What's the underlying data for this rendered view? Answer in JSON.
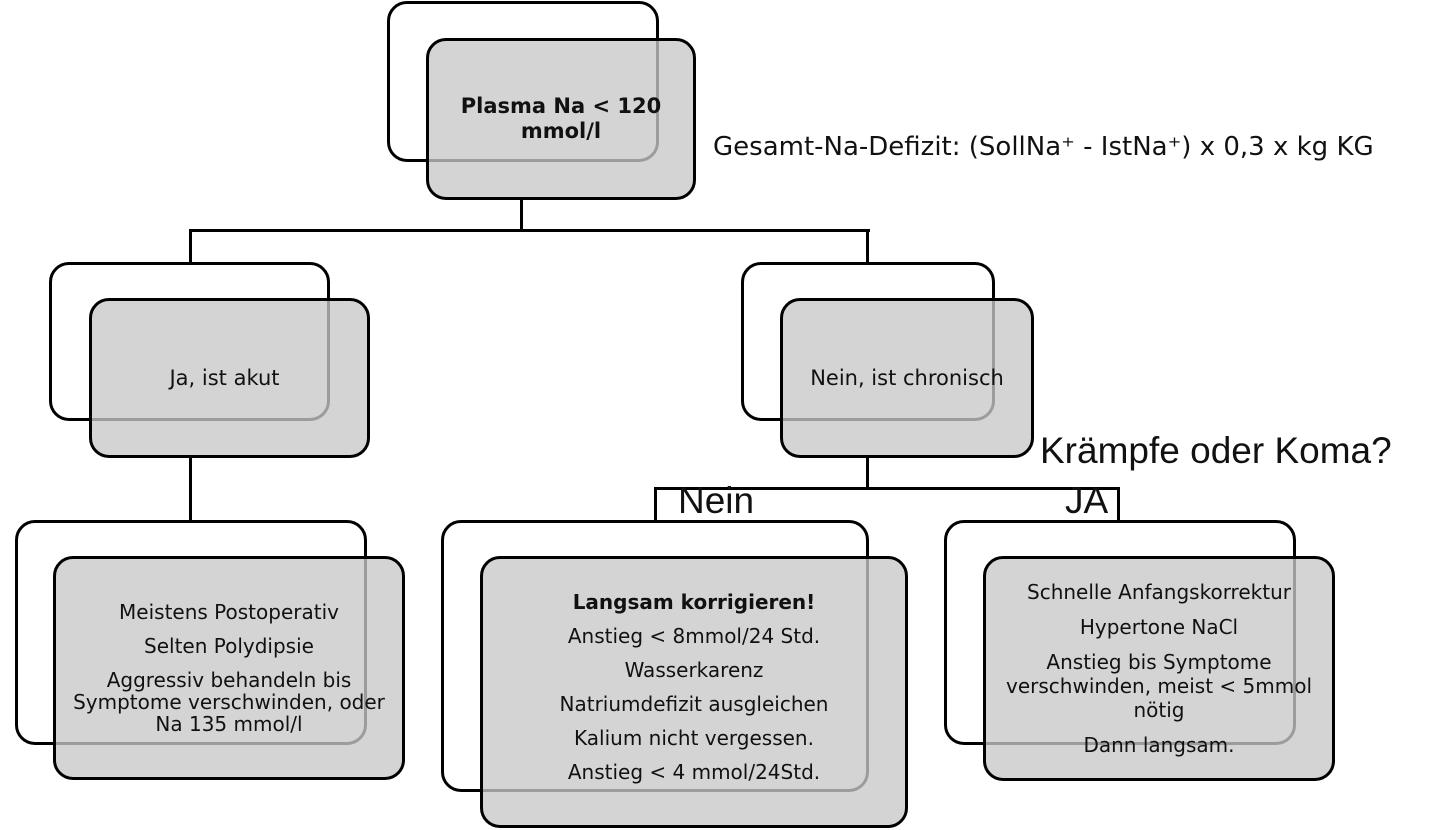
{
  "formula": "Gesamt-Na-Defizit: (SollNa⁺ - IstNa⁺) x 0,3 x kg KG",
  "question": "Krämpfe oder Koma?",
  "branch_labels": {
    "no": "Nein",
    "yes": "JA"
  },
  "nodes": {
    "root": {
      "lines": [
        "Plasma Na < 120",
        "mmol/l"
      ]
    },
    "acute": {
      "lines": [
        "Ja, ist akut"
      ]
    },
    "chronic": {
      "lines": [
        "Nein, ist chronisch"
      ]
    },
    "acute_detail": {
      "lines": [
        "Meistens Postoperativ",
        "Selten Polydipsie",
        "Aggressiv behandeln bis Symptome verschwinden, oder Na 135 mmol/l"
      ]
    },
    "slow": {
      "lines": [
        "Langsam korrigieren!",
        "Anstieg < 8mmol/24 Std.",
        "Wasserkarenz",
        "Natriumdefizit ausgleichen",
        "Kalium nicht vergessen.",
        "Anstieg < 4 mmol/24Std."
      ]
    },
    "fast": {
      "lines": [
        "Schnelle Anfangskorrektur",
        "Hypertone NaCl",
        "Anstieg bis Symptome verschwinden, meist  < 5mmol nötig",
        "Dann langsam."
      ]
    }
  },
  "colors": {
    "box_fill": "#c8c8c8",
    "border": "#000000"
  }
}
